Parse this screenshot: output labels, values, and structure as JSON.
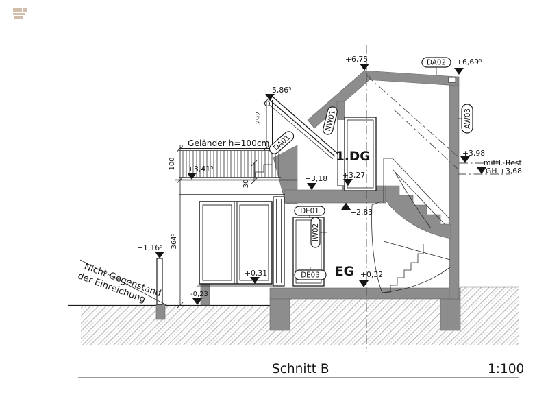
{
  "drawing": {
    "title": "Schnitt B",
    "scale": "1:100",
    "rooms": {
      "upper": "1.DG",
      "ground": "EG"
    },
    "tags": {
      "da02": "DA02",
      "da01": "DA01",
      "aw03": "AW03",
      "nw01": "NW01",
      "de01": "DE01",
      "iw02": "IW02",
      "de03": "DE03"
    },
    "levels": {
      "ridge": "+6,75",
      "eave_right": "+6,69⁵",
      "dormer_top": "+5,86⁵",
      "existing": "+3,98",
      "existing_note_1": "mittl. Best.",
      "existing_note_2": "GH +3,68",
      "terrace": "+3,41⁵",
      "floor_upper": "+3,18",
      "loggia": "+3,27",
      "ceiling_eg": "+2,83",
      "wall_left": "+1,16⁵",
      "sill_eg": "+0,31",
      "floor_eg": "+0,32",
      "ground": "-0,23"
    },
    "dims": {
      "railing": "100",
      "storey": "364⁵",
      "dormer": "292",
      "step": "30"
    },
    "notes": {
      "railing": "Geländer h=100cm",
      "excl1": "Nicht Gegenstand",
      "excl2": "der Einreichung"
    },
    "colors": {
      "structure": "#8d8d8d",
      "accent_frame": "#993322",
      "hatch": "#b9b9b9"
    }
  }
}
